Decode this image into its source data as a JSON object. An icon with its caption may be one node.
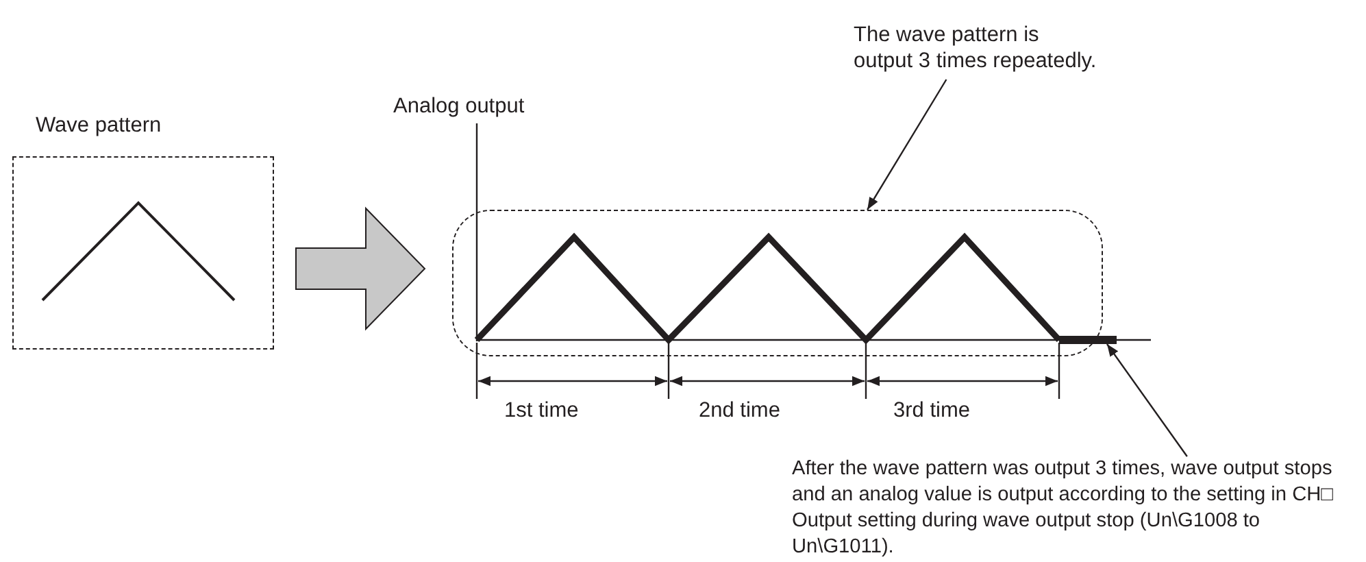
{
  "diagram": {
    "nodes": [
      {
        "text": [
          "Wave pattern"
        ]
      },
      {
        "text": [],
        "shape": "box"
      },
      {
        "text": [
          "The wave pattern is output 3 times repeatedly."
        ]
      },
      {
        "text": [
          "After the wave pattern was output 3 times, wave output stops and an analog value is output according to the setting in CH□ Output setting during wave output stop (Un\\G1008 to Un\\G1011)."
        ]
      },
      {
        "text": [],
        "shape": "bar"
      }
    ],
    "edges": [
      {
        "from": 0,
        "to": 1,
        "arrow": "to",
        "style": "thick",
        "color": "#c8c8c8"
      },
      {
        "from": 2,
        "to": 1,
        "arrow": "to"
      },
      {
        "from": 3,
        "to": 4,
        "arrow": "to"
      }
    ],
    "labels": [
      "Analog output",
      "1st time",
      "2nd time",
      "3rd time"
    ]
  }
}
